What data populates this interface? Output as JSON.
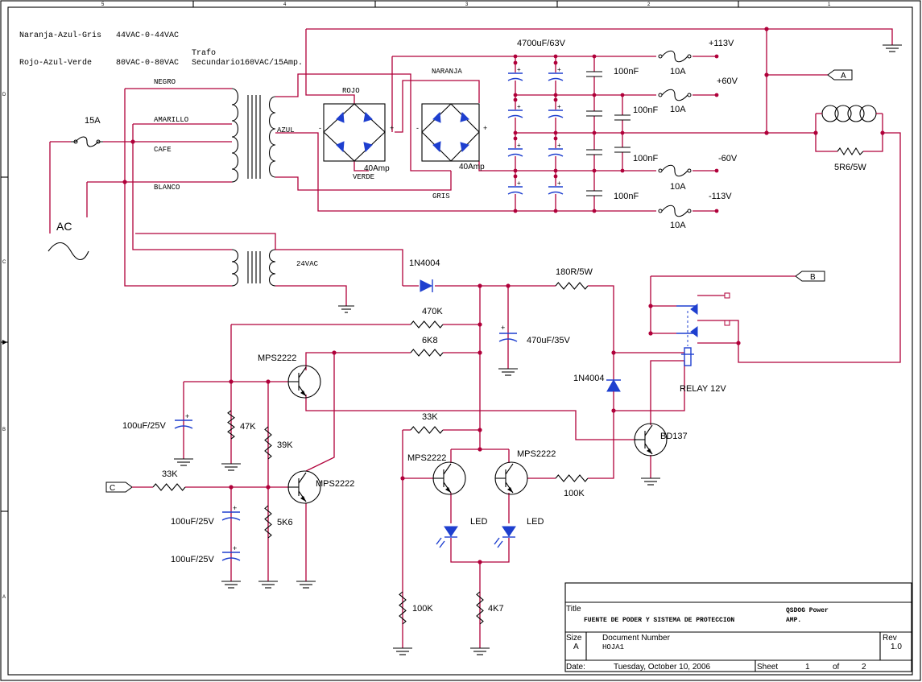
{
  "notes": {
    "line1_colors": "Naranja-Azul-Gris",
    "line1_voltage": "44VAC-0-44VAC",
    "line2_colors": "Rojo-Azul-Verde",
    "line2_voltage": "80VAC-0-80VAC",
    "trafo": "Trafo",
    "secondary": "Secundario160VAC/15Amp."
  },
  "border_cols": [
    "5",
    "4",
    "3",
    "2",
    "1"
  ],
  "border_rows": [
    "D",
    "C",
    "B",
    "A"
  ],
  "transformer": {
    "wires": [
      "NEGRO",
      "AMARILLO",
      "CAFE",
      "BLANCO"
    ],
    "fuse": "15A",
    "source": "AC",
    "secondary_azul": "AZUL",
    "secondary_24": "24VAC"
  },
  "bridges": {
    "rojo": "ROJO",
    "verde": "VERDE",
    "naranja": "NARANJA",
    "gris": "GRIS",
    "rating1": "40Amp",
    "rating2": "40Amp"
  },
  "caps": {
    "main": "4700uF/63V",
    "c1": "100nF",
    "c2": "100nF",
    "c3": "100nF",
    "c4": "100nF"
  },
  "rails": {
    "v1": "+113V",
    "v2": "+60V",
    "v3": "-60V",
    "v4": "-113V",
    "f1": "10A",
    "f2": "10A",
    "f3": "10A",
    "f4": "10A"
  },
  "output": {
    "resistor": "5R6/5W",
    "port_a": "A",
    "port_b": "B",
    "port_c": "C"
  },
  "protection": {
    "d1": "1N4004",
    "r_180": "180R/5W",
    "c_470": "470uF/35V",
    "r_470k": "470K",
    "r_6k8": "6K8",
    "q1": "MPS2222",
    "d2": "1N4004",
    "relay": "RELAY 12V",
    "c_100u_1": "100uF/25V",
    "r_47k": "47K",
    "r_39k": "39K",
    "r_33k_top": "33K",
    "r_33k_in": "33K",
    "q2": "MPS2222",
    "c_100u_2": "100uF/25V",
    "c_100u_3": "100uF/25V",
    "r_5k6": "5K6",
    "q3": "MPS2222",
    "q4": "MPS2222",
    "q5": "BD137",
    "r_100k_b": "100K",
    "led1": "LED",
    "led2": "LED",
    "r_100k": "100K",
    "r_4k7": "4K7"
  },
  "title_block": {
    "title_label": "Title",
    "title": "FUENTE DE PODER Y SISTEMA DE PROTECCION",
    "project_l1": "QSDOG Power",
    "project_l2": "AMP.",
    "size_label": "Size",
    "size": "A",
    "docnum_label": "Document Number",
    "docnum": "HOJA1",
    "rev_label": "Rev",
    "rev": "1.0",
    "date_label": "Date:",
    "date": "Tuesday, October 10, 2006",
    "sheet_label": "Sheet",
    "sheet": "1",
    "of_label": "of",
    "total": "2"
  }
}
